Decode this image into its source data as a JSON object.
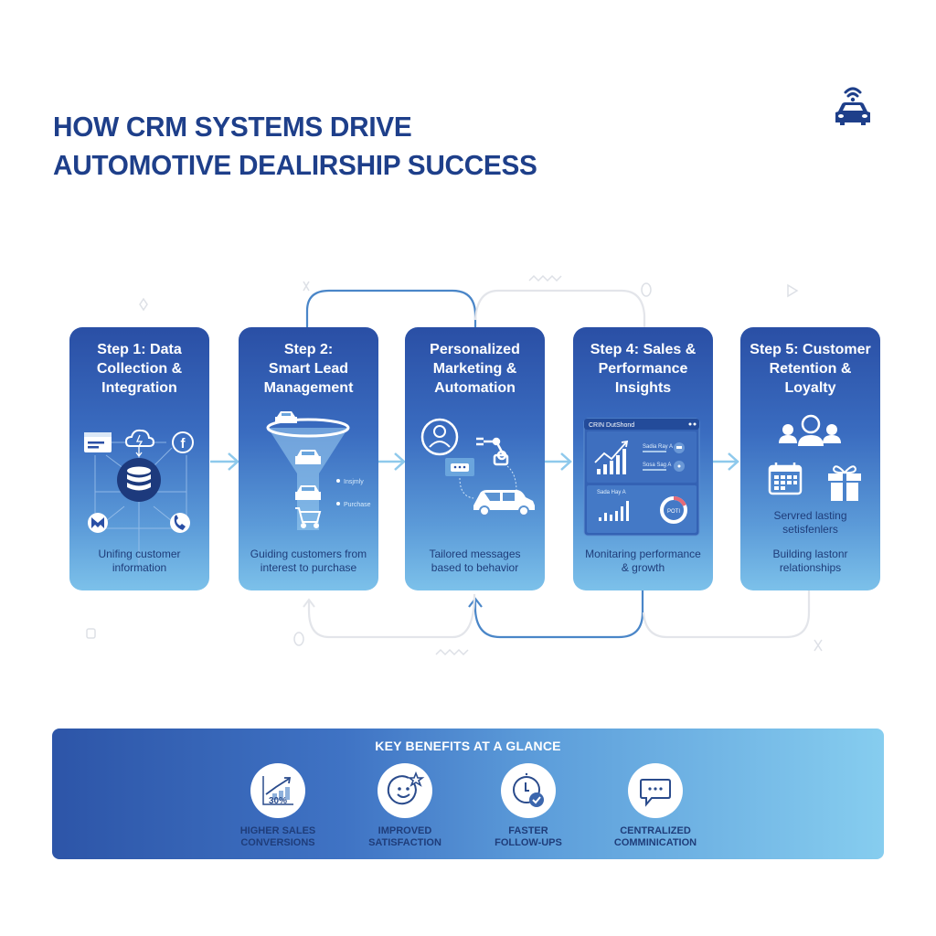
{
  "header": {
    "title_line1": "HOW CRM SYSTEMS DRIVE",
    "title_line2": "AUTOMOTIVE DEALIRSHIP SUCCESS",
    "logo_icon": "connected-car-icon"
  },
  "steps": [
    {
      "title": "Step 1: Data Collection & Integration",
      "title_lines": [
        "Step 1: Data",
        "Collection &",
        "Integration"
      ],
      "icons": [
        "browser-window-icon",
        "cloud-icon",
        "facebook-icon",
        "database-icon",
        "mail-icon",
        "phone-icon"
      ],
      "description_lines": [
        "Unifing customer",
        "information"
      ]
    },
    {
      "title": "Step 2: Smart Lead Management",
      "title_lines": [
        "Step 2:",
        "Smart Lead",
        "Management"
      ],
      "icons": [
        "funnel-icon",
        "car-icon",
        "shopping-cart-icon"
      ],
      "funnel_labels": [
        "Insjmly",
        "Purchase"
      ],
      "description_lines": [
        "Guiding customers from",
        "interest to purchase"
      ]
    },
    {
      "title": "Personalized Marketing & Automation",
      "title_lines": [
        "Personalized",
        "Marketing &",
        "Automation"
      ],
      "icons": [
        "user-avatar-icon",
        "robot-arm-icon",
        "chat-bubble-icon",
        "car-icon"
      ],
      "description_lines": [
        "Tailored messages",
        "based to behavior"
      ]
    },
    {
      "title": "Step 4: Sales & Performance Insights",
      "title_lines": [
        "Step 4: Sales &",
        "Performance",
        "Insights"
      ],
      "icons": [
        "dashboard-icon",
        "trend-chart-icon",
        "bar-chart-icon",
        "donut-chart-icon"
      ],
      "dashboard": {
        "title": "CRIN DutShond",
        "row1_label": "Sadia Ray A",
        "row2_label": "Sosa Sag A",
        "panel_label": "Sada Hay A",
        "donut_label": "POTI"
      },
      "description_lines": [
        "Monitaring performance",
        "& growth"
      ]
    },
    {
      "title": "Step 5: Customer Retention & Loyalty",
      "title_lines": [
        "Step 5: Customer",
        "Retention &",
        "Loyalty"
      ],
      "icons": [
        "customers-group-icon",
        "calendar-icon",
        "gift-icon"
      ],
      "description_lines": [
        "Servred lasting",
        "setisfenlers"
      ],
      "description2_lines": [
        "Building lastonr",
        "relationships"
      ]
    }
  ],
  "benefits": {
    "title": "KEY BENEFITS AT A GLANCE",
    "items": [
      {
        "icon": "growth-chart-icon",
        "badge": "30%",
        "label_lines": [
          "HIGHER SALES",
          "CONVERSIONS"
        ]
      },
      {
        "icon": "smiley-star-icon",
        "label_lines": [
          "IMPROVED",
          "SATISFACTION"
        ]
      },
      {
        "icon": "clock-check-icon",
        "label_lines": [
          "FASTER",
          "FOLLOW-UPS"
        ]
      },
      {
        "icon": "chat-bubble-icon",
        "label_lines": [
          "CENTRALIZED",
          "COMMINICATION"
        ]
      }
    ]
  },
  "colors": {
    "title": "#1e3f8a",
    "card_top": "#2a4fa5",
    "card_bottom": "#7cc1ea",
    "connector_active": "#4a86c8",
    "connector_inactive": "#e2e4e8",
    "arrow": "#8ec9ec"
  }
}
